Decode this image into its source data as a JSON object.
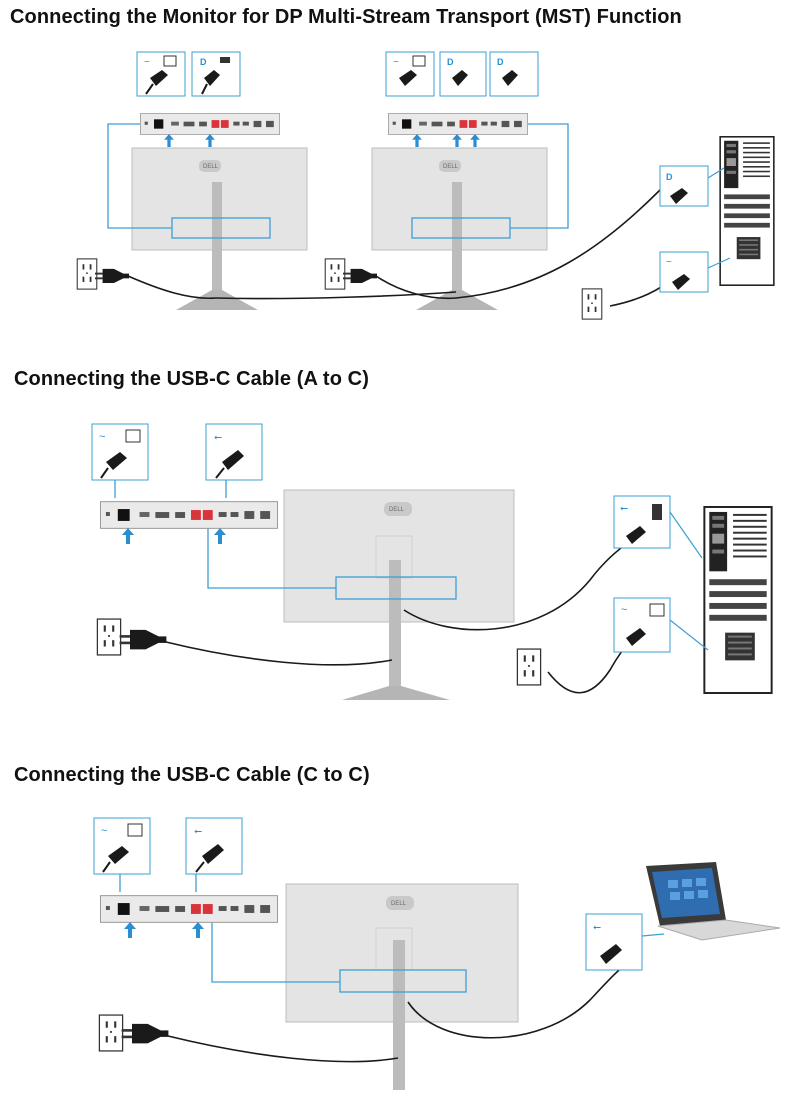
{
  "sections": [
    {
      "title": "Connecting the Monitor for DP Multi-Stream Transport (MST) Function"
    },
    {
      "title": "Connecting the USB-C Cable (A to C)"
    },
    {
      "title": "Connecting the USB-C Cable (C to C)"
    }
  ],
  "icons": {
    "power": "power-plug-icon",
    "displayport": "displayport-icon",
    "usb": "usb-icon",
    "outlet": "wall-outlet-icon"
  },
  "colors": {
    "callout_line": "#3d9fd3",
    "arrow": "#2a8fd0",
    "port_highlight": "#d9343a",
    "monitor_body": "#e4e4e4",
    "cable": "#1a1a1a"
  }
}
